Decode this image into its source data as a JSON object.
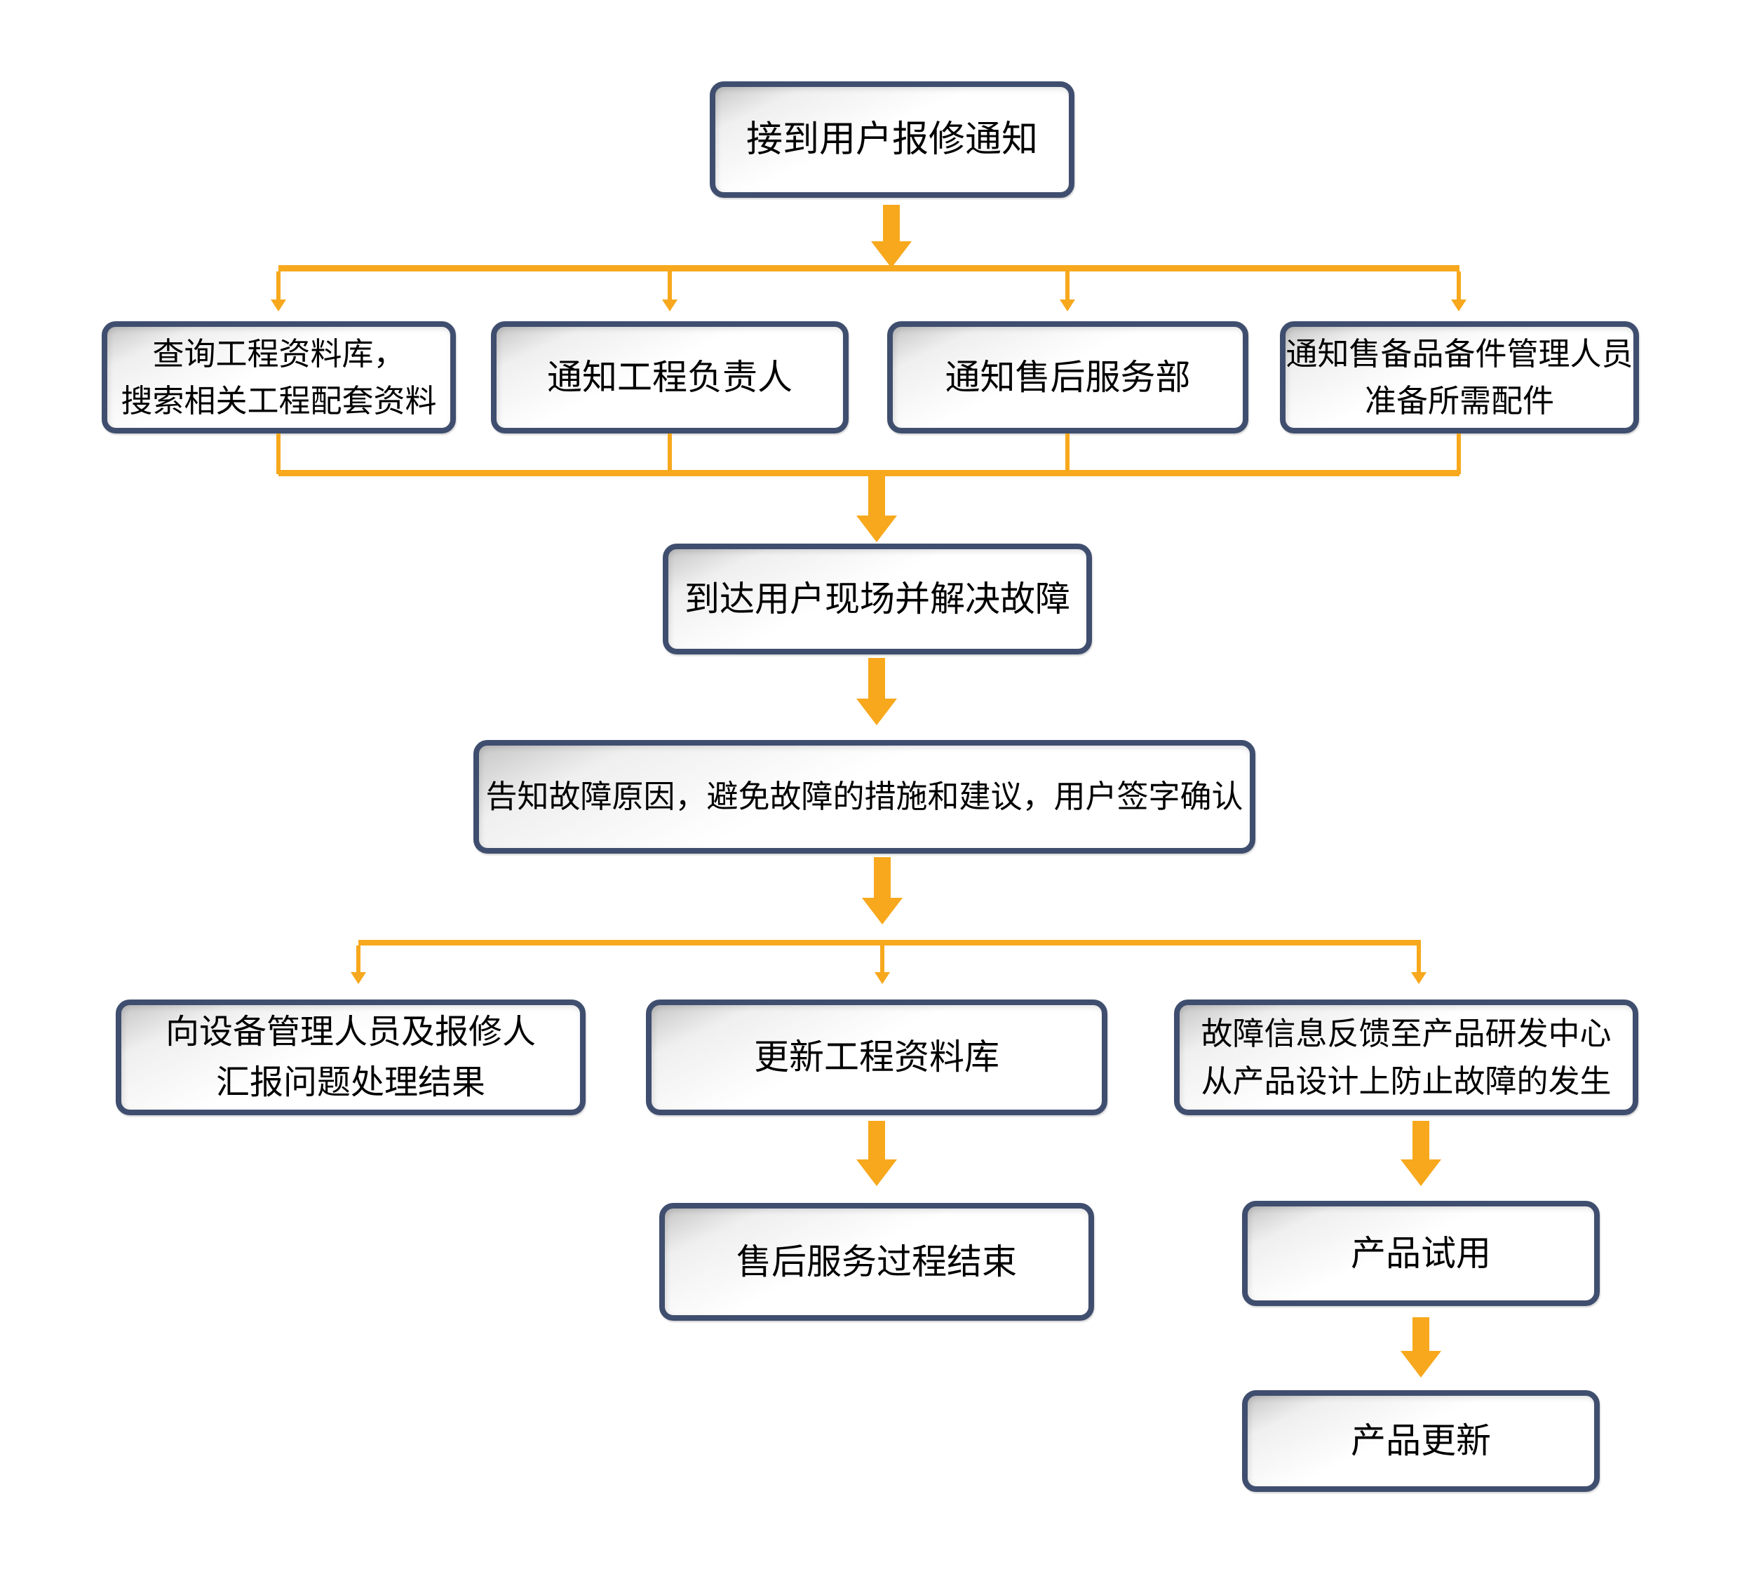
{
  "colors": {
    "arrow": "#F7A81D",
    "box_border": "#3F4E6E",
    "box_fill": "#FFFFFF",
    "text": "#000000"
  },
  "nodes": {
    "receive": {
      "label": "接到用户报修通知"
    },
    "query_db": {
      "label": "查询工程资料库，\n搜索相关工程配套资料"
    },
    "notify_eng": {
      "label": "通知工程负责人"
    },
    "notify_service": {
      "label": "通知售后服务部"
    },
    "notify_parts": {
      "label": "通知售备品备件管理人员\n准备所需配件"
    },
    "arrive": {
      "label": "到达用户现场并解决故障"
    },
    "inform": {
      "label": "告知故障原因，避免故障的措施和建议，用户签字确认"
    },
    "report": {
      "label": "向设备管理人员及报修人\n汇报问题处理结果"
    },
    "update_db": {
      "label": "更新工程资料库"
    },
    "feedback": {
      "label": "故障信息反馈至产品研发中心\n从产品设计上防止故障的发生"
    },
    "end_service": {
      "label": "售后服务过程结束"
    },
    "trial": {
      "label": "产品试用"
    },
    "update_product": {
      "label": "产品更新"
    }
  }
}
